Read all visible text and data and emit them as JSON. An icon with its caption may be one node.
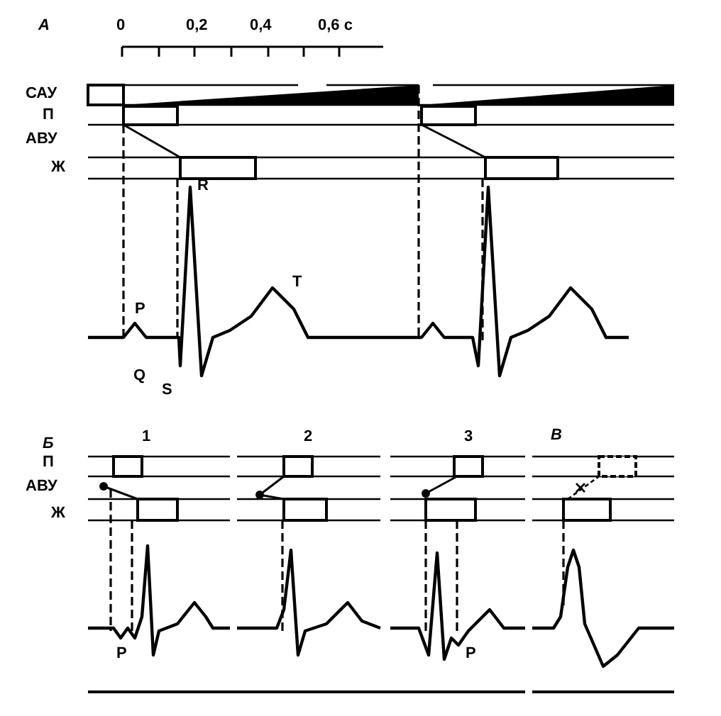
{
  "diagram": {
    "labels": [
      "А",
      "0",
      "0,2",
      "0,4",
      "0,6 с",
      "САУ",
      "П",
      "АВУ",
      "Ж",
      "R",
      "P",
      "T",
      "Q",
      "S",
      "Б",
      "1",
      "2",
      "3",
      "В",
      "П",
      "АВУ",
      "Ж",
      "P",
      "P"
    ]
  }
}
